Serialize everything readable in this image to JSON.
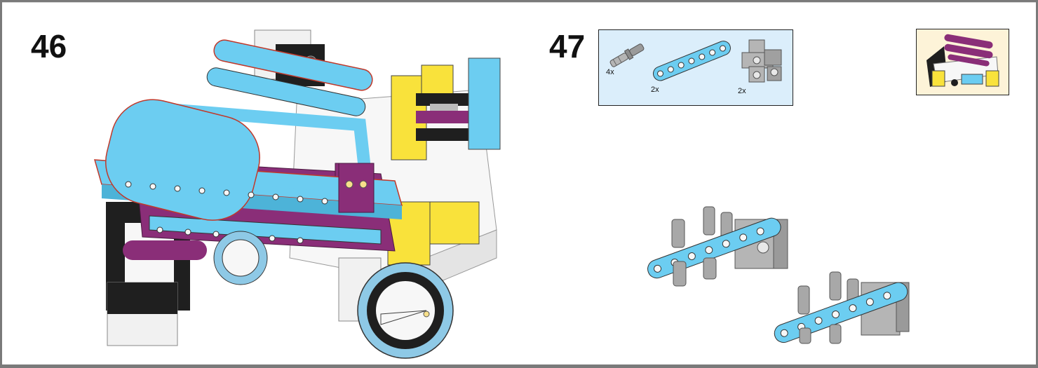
{
  "steps": [
    {
      "number": "46"
    },
    {
      "number": "47"
    }
  ],
  "parts_callout": {
    "parts": [
      {
        "qty": "4x",
        "icon": "friction-axle-pin-icon"
      },
      {
        "qty": "2x",
        "icon": "blue-beam-icon"
      },
      {
        "qty": "2x",
        "icon": "gray-cross-block-icon"
      }
    ]
  },
  "colors": {
    "light_blue": "#6ccdf1",
    "dark_purple": "#8a2e78",
    "yellow": "#f9e23b",
    "black": "#1f1f1f",
    "gray": "#a9a9a9",
    "white": "#f7f7f7",
    "callout_bg": "#dbeefb",
    "thumb_bg": "#fdf3d8"
  }
}
